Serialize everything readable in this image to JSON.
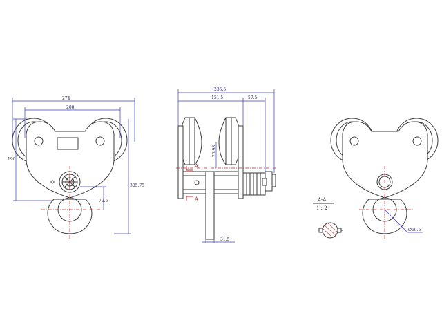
{
  "front_view": {
    "dim_overall_width": "274",
    "dim_wheel_span": "208",
    "dim_height_left": "190",
    "dim_height_right": "305.75",
    "dim_lower": "72.5"
  },
  "side_view": {
    "dim_overall_width": "235.5",
    "dim_body_width": "151.5",
    "dim_shaft": "57.5",
    "dim_flange": "25.98",
    "dim_bottom": "31.5",
    "section_mark_top": "A",
    "section_mark_bottom": "A"
  },
  "rear_view": {
    "section_label": "A-A",
    "section_scale": "1 : 2",
    "hole_diameter": "Ø69.5"
  },
  "colors": {
    "outline": "#3a3a3a",
    "dimension": "#3c3cc0",
    "centerline": "#d02020"
  }
}
